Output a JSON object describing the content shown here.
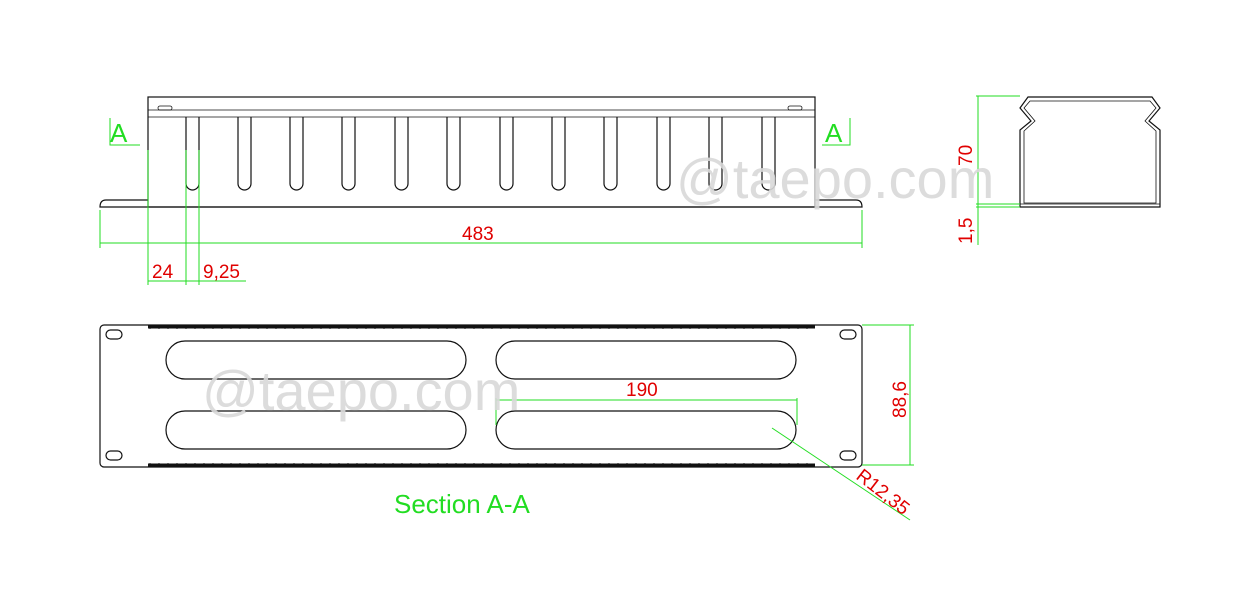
{
  "watermarks": [
    "@taepo.com",
    "@taepo.com"
  ],
  "section_markers": {
    "left": "A",
    "right": "A"
  },
  "front_view": {
    "dimensions": {
      "total_width": "483",
      "slot_pitch": "24",
      "slot_width": "9,25"
    }
  },
  "side_view": {
    "dimensions": {
      "height": "70",
      "thickness": "1,5"
    }
  },
  "section_view": {
    "title": "Section A-A",
    "dimensions": {
      "slot_length": "190",
      "panel_height": "88,6",
      "radius": "R12,35"
    }
  },
  "colors": {
    "outline": "#111111",
    "dimension_line": "#22dd22",
    "dimension_text": "#e00000",
    "watermark": "#d9d9d9"
  }
}
